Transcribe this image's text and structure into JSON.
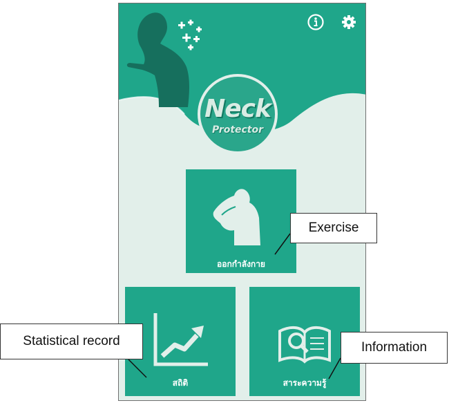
{
  "app": {
    "logo_line1": "Neck",
    "logo_line2": "Protector"
  },
  "toolbar": {
    "info_icon": "info-icon",
    "settings_icon": "gear-icon"
  },
  "tiles": {
    "exercise": {
      "label": "ออกกำลังกาย",
      "icon": "exercise-person-icon"
    },
    "statistics": {
      "label": "สถิติ",
      "icon": "trend-chart-icon"
    },
    "information": {
      "label": "สาระความรู้",
      "icon": "book-magnifier-icon"
    }
  },
  "callouts": {
    "exercise": "Exercise",
    "statistics": "Statistical record",
    "information": "Information"
  },
  "colors": {
    "teal": "#1fa68a",
    "background": "#e2efea",
    "illustration_dark": "#166f5d"
  }
}
